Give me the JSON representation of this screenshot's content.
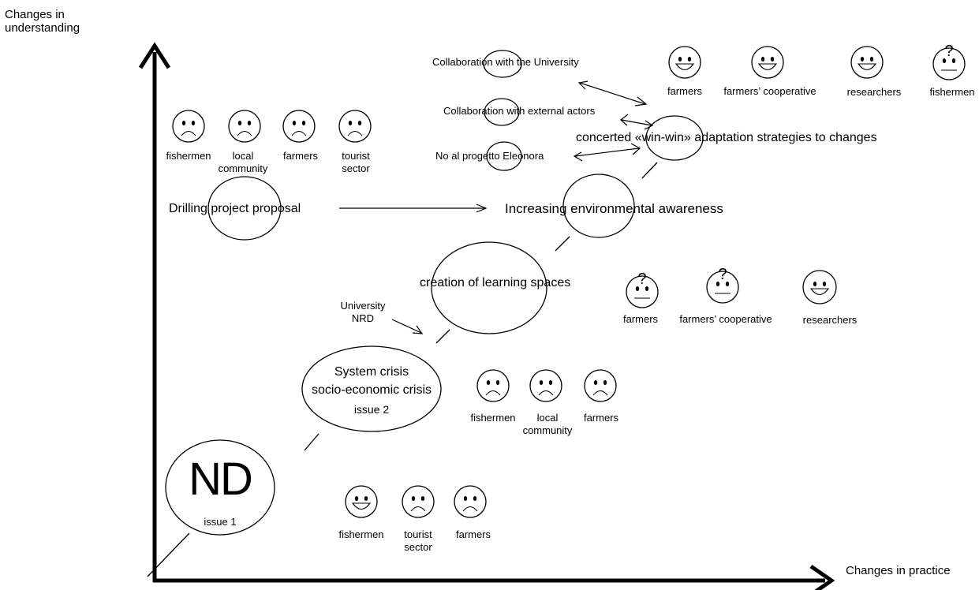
{
  "axes": {
    "y_label": "Changes in understanding",
    "x_label": "Changes in practice"
  },
  "nodes": {
    "nd": {
      "title": "ND",
      "sub": "issue 1"
    },
    "crisis": {
      "line1": "System crisis",
      "line2": "socio-economic crisis",
      "sub": "issue 2"
    },
    "learning": "creation of learning spaces",
    "awareness": "Increasing environmental awareness",
    "drilling": "Drilling project proposal",
    "concerted": "concerted «win-win» adaptation strategies to changes",
    "collab_univ": "Collaboration with the University",
    "collab_ext": "Collaboration with external actors",
    "no_progetto": "No al progetto Eleonora",
    "university_nrd": "University NRD"
  },
  "actor_groups": {
    "g1": [
      {
        "label": "fishermen",
        "mood": "happy"
      },
      {
        "label": "tourist sector",
        "mood": "sad"
      },
      {
        "label": "farmers",
        "mood": "sad"
      }
    ],
    "g2": [
      {
        "label": "fishermen",
        "mood": "sad"
      },
      {
        "label": "local community",
        "mood": "sad"
      },
      {
        "label": "farmers",
        "mood": "sad"
      }
    ],
    "g3": [
      {
        "label": "farmers",
        "mood": "uncertain"
      },
      {
        "label": "farmers’ cooperative",
        "mood": "uncertain"
      },
      {
        "label": "researchers",
        "mood": "happy"
      }
    ],
    "g4": [
      {
        "label": "fishermen",
        "mood": "sad"
      },
      {
        "label": "local community",
        "mood": "sad"
      },
      {
        "label": "farmers",
        "mood": "sad"
      },
      {
        "label": "tourist sector",
        "mood": "sad"
      }
    ],
    "g5": [
      {
        "label": "farmers",
        "mood": "happy"
      },
      {
        "label": "farmers’ cooperative",
        "mood": "happy"
      },
      {
        "label": "researchers",
        "mood": "happy"
      },
      {
        "label": "fishermen",
        "mood": "uncertain"
      }
    ]
  }
}
